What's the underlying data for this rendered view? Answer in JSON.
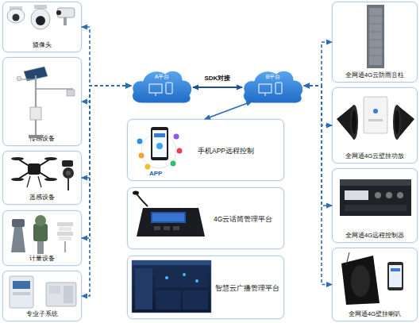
{
  "diagram": {
    "nodes": [
      {
        "text": [
          "摄像头"
        ]
      },
      {
        "text": [
          "传感设备"
        ]
      },
      {
        "text": [
          "遥感设备"
        ]
      },
      {
        "text": [
          "计量设备"
        ]
      },
      {
        "text": [
          "专业子系统"
        ]
      },
      {
        "text": [
          "A平台"
        ]
      },
      {
        "text": [
          "B平台"
        ]
      },
      {
        "text": [
          "手机APP远程控制"
        ]
      },
      {
        "text": [
          "4G云话筒管理平台"
        ]
      },
      {
        "text": [
          "智慧云广播管理平台"
        ]
      },
      {
        "text": [
          "全网通4G云防雨音柱"
        ]
      },
      {
        "text": [
          "全网通4G云壁挂功放"
        ]
      },
      {
        "text": [
          "全网通4G远程控制器"
        ]
      },
      {
        "text": [
          "全网通4G壁挂喇叭"
        ]
      }
    ],
    "edges": [
      {
        "from": 5,
        "to": 6,
        "label": "SDK对接",
        "arrow": "both"
      },
      {
        "from": 6,
        "to": 7,
        "arrow": "both"
      },
      {
        "from": 5,
        "to": 0,
        "arrow": "both"
      },
      {
        "from": 5,
        "to": 1,
        "arrow": "both"
      },
      {
        "from": 5,
        "to": 2,
        "arrow": "both"
      },
      {
        "from": 5,
        "to": 3,
        "arrow": "both"
      },
      {
        "from": 5,
        "to": 4,
        "arrow": "both"
      },
      {
        "from": 6,
        "to": 10,
        "arrow": "both"
      },
      {
        "from": 6,
        "to": 11,
        "arrow": "both"
      },
      {
        "from": 6,
        "to": 12,
        "arrow": "both"
      },
      {
        "from": 6,
        "to": 13,
        "arrow": "both"
      }
    ],
    "labels": [
      "APP"
    ]
  }
}
